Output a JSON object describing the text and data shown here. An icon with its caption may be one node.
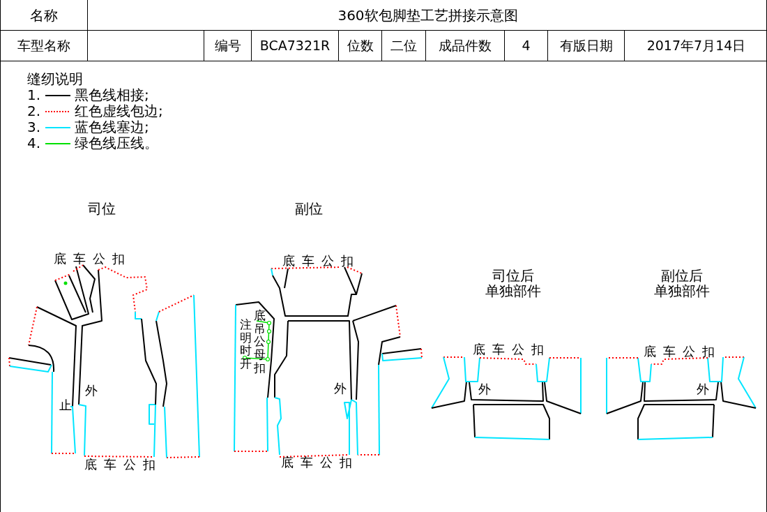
{
  "diagram": {
    "title": "360软包脚垫工艺拼接示意图",
    "labels": [
      "名称",
      "车型名称",
      "编号",
      "BCA7321R",
      "位数",
      "二位",
      "成品件数",
      "4",
      "有版日期",
      "2017年7月14日",
      "缝纫说明",
      "1.",
      "2.",
      "3.",
      "4.",
      "司位",
      "副位",
      "底车公扣",
      "外",
      "止",
      "底车公扣",
      "底车公扣",
      "注明时开",
      "底吊公母扣",
      "外",
      "底车公扣",
      "司位后",
      "单独部件",
      "底车公扣",
      "外",
      "副位后",
      "单独部件",
      "底车公扣",
      "外"
    ],
    "legend": [
      {
        "text": "黑色线相接;"
      },
      {
        "text": "红色虚线包边;"
      },
      {
        "text": "蓝色线塞边;"
      },
      {
        "text": "绿色线压线。"
      }
    ]
  }
}
